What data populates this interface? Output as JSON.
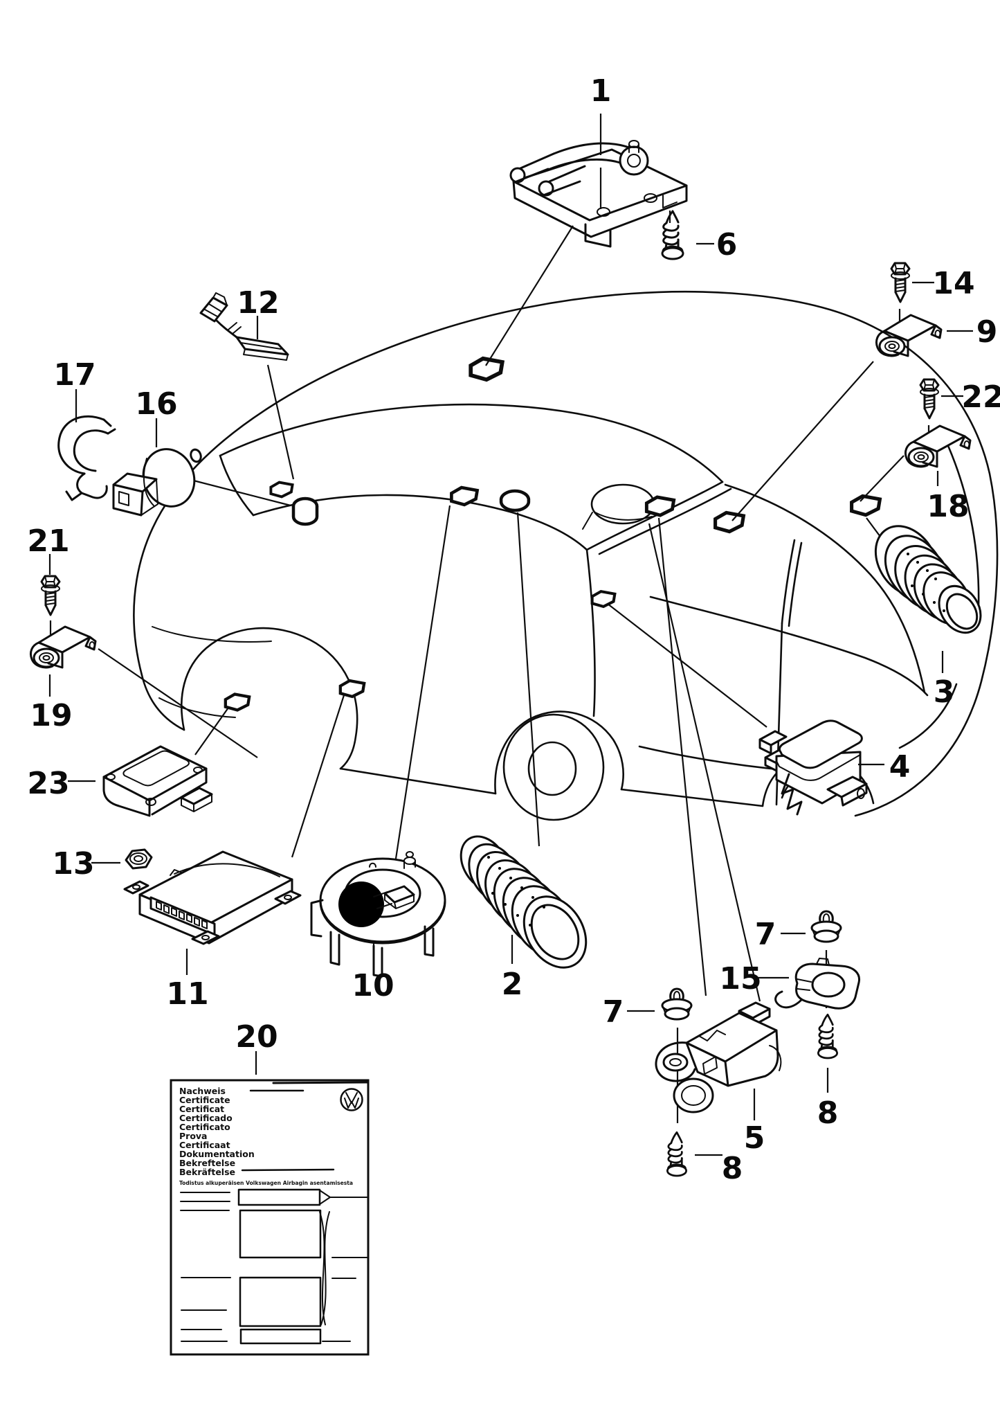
{
  "document": {
    "type": "vehicle-parts-diagram",
    "background": "#ffffff",
    "ink": "#0d0d0d"
  },
  "callouts": {
    "c1": "1",
    "c2": "2",
    "c3": "3",
    "c4": "4",
    "c5": "5",
    "c6": "6",
    "c7_right": "7",
    "c7_left": "7",
    "c8_right": "8",
    "c8_bottom": "8",
    "c9": "9",
    "c10": "10",
    "c11": "11",
    "c12": "12",
    "c13": "13",
    "c14": "14",
    "c15": "15",
    "c16": "16",
    "c17": "17",
    "c18": "18",
    "c19": "19",
    "c20": "20",
    "c21": "21",
    "c22": "22",
    "c23": "23"
  },
  "certificate": {
    "lines": [
      "Nachweis",
      "Certificate",
      "Certificat",
      "Certificado",
      "Certificato",
      "Prova",
      "Certificaat",
      "Dokumentation",
      "Bekreftelse",
      "Bekräftelse"
    ],
    "footnote": "Todistus alkuperäisen Volkswagen Airbagin asentamisesta",
    "logo": "VW"
  }
}
